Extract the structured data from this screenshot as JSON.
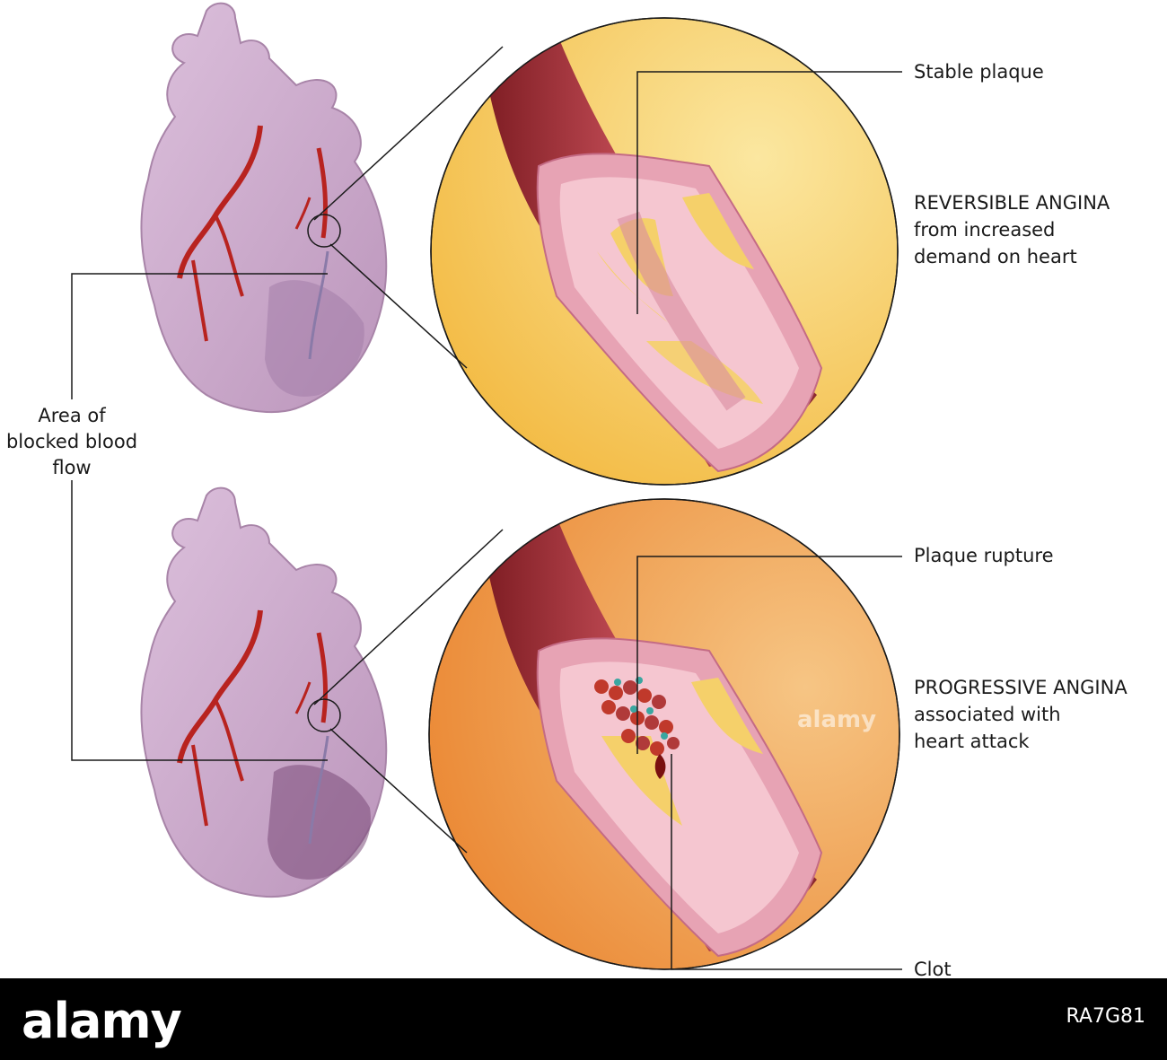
{
  "labels": {
    "stable_plaque": "Stable plaque",
    "reversible_angina_title": "REVERSIBLE ANGINA",
    "reversible_angina_line1": "from increased",
    "reversible_angina_line2": "demand on heart",
    "area_line1": "Area of",
    "area_line2": "blocked blood",
    "area_line3": "flow",
    "plaque_rupture": "Plaque rupture",
    "progressive_angina_title": "PROGRESSIVE ANGINA",
    "progressive_angina_line1": "associated with",
    "progressive_angina_line2": "heart attack",
    "clot": "Clot"
  },
  "footer": {
    "logo": "alamy",
    "image_id": "RA7G81"
  },
  "watermark": "alamy",
  "colors": {
    "heart": "#cdaacd",
    "artery": "#b8231f",
    "stable_panel": "#f4b93c",
    "progressive_panel": "#ec8a34",
    "plaque": "#f5d06a"
  }
}
